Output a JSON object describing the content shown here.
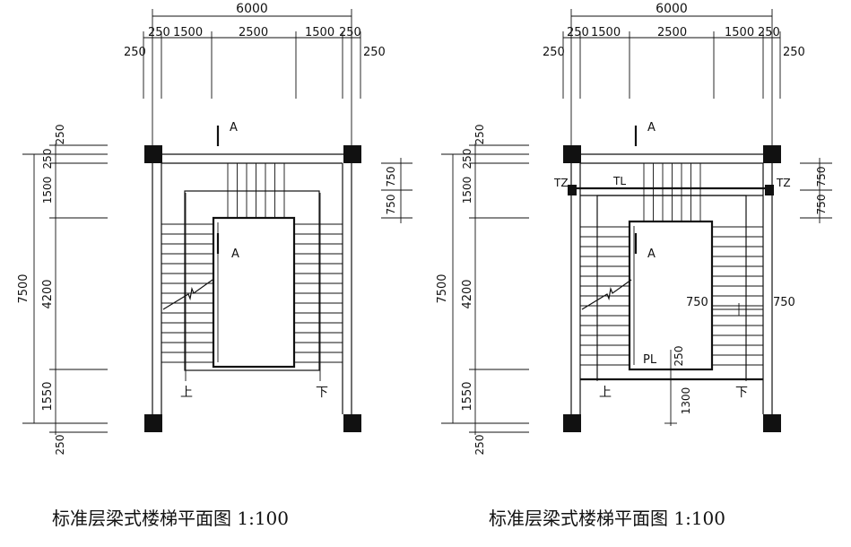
{
  "panels": [
    {
      "id": "left",
      "caption": "标准层梁式楼梯平面图 1:100",
      "top_dims": {
        "total": "6000",
        "parts": [
          "250",
          "250",
          "1500",
          "2500",
          "1500",
          "250",
          "250"
        ]
      },
      "left_dims": {
        "total": "7500",
        "parts": [
          "250",
          "250",
          "1500",
          "4200",
          "1550",
          "250"
        ]
      },
      "right_dims": {
        "parts": [
          "750",
          "750"
        ]
      },
      "labels": {
        "section_a_top": "A",
        "section_a_inner": "A",
        "up": "上",
        "down": "下"
      }
    },
    {
      "id": "right",
      "caption": "标准层梁式楼梯平面图 1:100",
      "top_dims": {
        "total": "6000",
        "parts": [
          "250",
          "250",
          "1500",
          "2500",
          "1500",
          "250",
          "250"
        ]
      },
      "left_dims": {
        "total": "7500",
        "parts": [
          "250",
          "250",
          "1500",
          "4200",
          "1550",
          "250"
        ]
      },
      "right_dims": {
        "parts": [
          "750",
          "750"
        ]
      },
      "labels": {
        "section_a_top": "A",
        "section_a_inner": "A",
        "up": "上",
        "down": "下",
        "tz_left": "TZ",
        "tz_right": "TZ",
        "tl": "TL",
        "pl": "PL",
        "dim_750_inner": "750",
        "dim_750_right": "750",
        "dim_250": "250",
        "dim_1300": "1300"
      }
    }
  ]
}
